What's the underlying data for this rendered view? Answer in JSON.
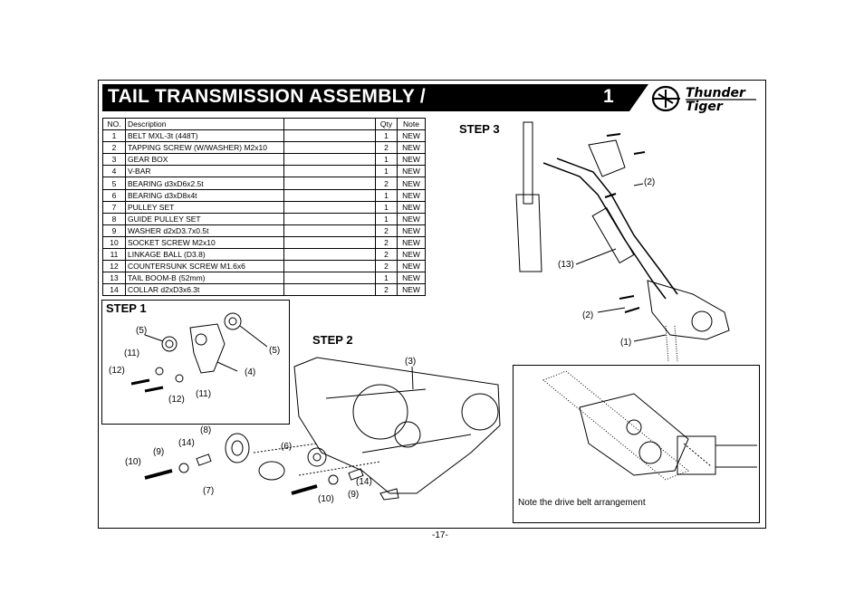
{
  "header": {
    "title": "TAIL TRANSMISSION ASSEMBLY /",
    "step_number": "1",
    "logo_line1": "Thunder",
    "logo_line2": "Tiger"
  },
  "parts_table": {
    "headers": [
      "NO.",
      "Description",
      "",
      "Qty",
      "Note"
    ],
    "rows": [
      [
        "1",
        "BELT MXL-3t (448T)",
        "",
        "1",
        "NEW"
      ],
      [
        "2",
        "TAPPING SCREW (W/WASHER) M2x10",
        "",
        "2",
        "NEW"
      ],
      [
        "3",
        "GEAR BOX",
        "",
        "1",
        "NEW"
      ],
      [
        "4",
        "V-BAR",
        "",
        "1",
        "NEW"
      ],
      [
        "5",
        "BEARING d3xD6x2.5t",
        "",
        "2",
        "NEW"
      ],
      [
        "6",
        "BEARING d3xD8x4t",
        "",
        "1",
        "NEW"
      ],
      [
        "7",
        "PULLEY SET",
        "",
        "1",
        "NEW"
      ],
      [
        "8",
        "GUIDE PULLEY SET",
        "",
        "1",
        "NEW"
      ],
      [
        "9",
        "WASHER d2xD3.7x0.5t",
        "",
        "2",
        "NEW"
      ],
      [
        "10",
        "SOCKET SCREW M2x10",
        "",
        "2",
        "NEW"
      ],
      [
        "11",
        "LINKAGE BALL (D3.8)",
        "",
        "2",
        "NEW"
      ],
      [
        "12",
        "COUNTERSUNK SCREW M1.6x6",
        "",
        "2",
        "NEW"
      ],
      [
        "13",
        "TAIL BOOM-B (52mm)",
        "",
        "1",
        "NEW"
      ],
      [
        "14",
        "COLLAR d2xD3x6.3t",
        "",
        "2",
        "NEW"
      ]
    ]
  },
  "steps": {
    "step1": "STEP 1",
    "step2": "STEP 2",
    "step3": "STEP 3"
  },
  "callouts": {
    "s1_5a": "(5)",
    "s1_5b": "(5)",
    "s1_11a": "(11)",
    "s1_11b": "(11)",
    "s1_12a": "(12)",
    "s1_12b": "(12)",
    "s1_4": "(4)",
    "s2_3": "(3)",
    "s2_8": "(8)",
    "s2_14a": "(14)",
    "s2_9a": "(9)",
    "s2_10a": "(10)",
    "s2_6": "(6)",
    "s2_7": "(7)",
    "s2_10b": "(10)",
    "s2_9b": "(9)",
    "s2_14b": "(14)",
    "s3_2a": "(2)",
    "s3_13": "(13)",
    "s3_2b": "(2)",
    "s3_1": "(1)"
  },
  "note": "Note  the drive belt arrangement",
  "page_number": "-17-"
}
